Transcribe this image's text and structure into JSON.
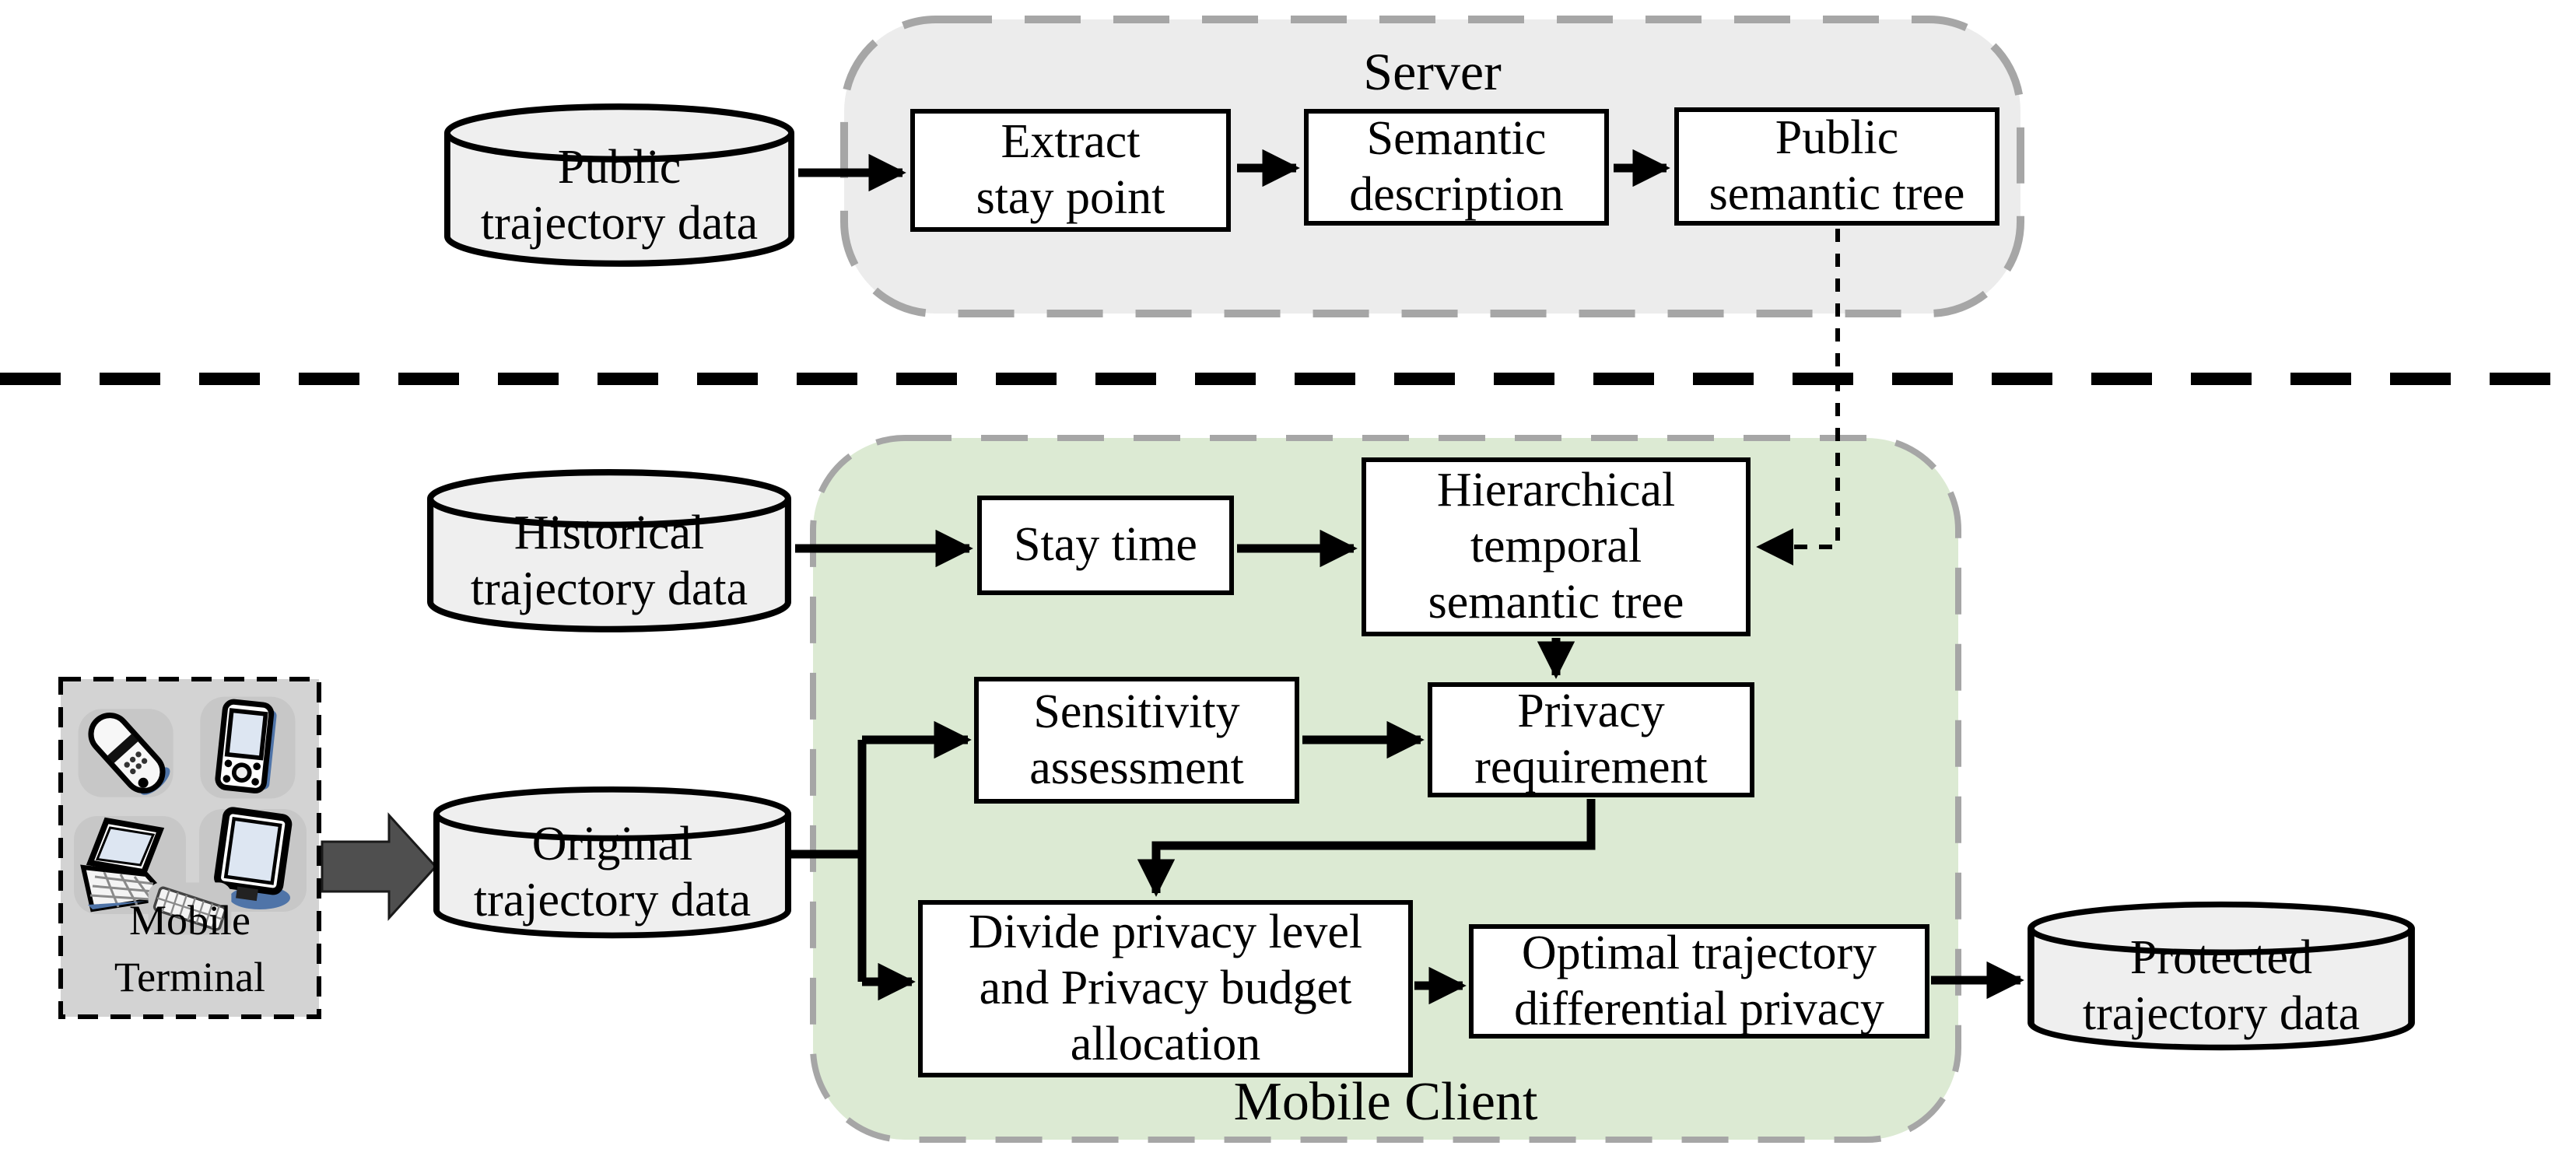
{
  "groups": {
    "server": "Server",
    "mobile_client": "Mobile Client",
    "mobile_terminal": "Mobile Terminal"
  },
  "nodes": {
    "public_cylinder": "Public trajectory data",
    "extract_stay_point": "Extract stay point",
    "semantic_description": "Semantic description",
    "public_semantic_tree": "Public semantic tree",
    "historical_cylinder": "Historical trajectory data",
    "stay_time": "Stay time",
    "hierarchical_tree": "Hierarchical temporal semantic tree",
    "sensitivity_assessment": "Sensitivity assessment",
    "privacy_requirement": "Privacy requirement",
    "divide_privacy": "Divide privacy level and Privacy budget allocation",
    "optimal_dp": "Optimal trajectory differential privacy",
    "original_cylinder": "Original trajectory data",
    "protected_cylinder": "Protected trajectory data"
  },
  "icons": {
    "terminal_devices": [
      "flip-phone-icon",
      "pda-icon",
      "laptop-icon",
      "monitor-icon",
      "keyboard-icon"
    ]
  },
  "colors": {
    "server_fill": "#ececec",
    "client_fill": "#dcead3",
    "terminal_fill": "#d3d3d3",
    "container_dash": "#a6a6a6",
    "node_fill": "#ffffff",
    "cylinder_fill": "#efefef",
    "line": "#000000",
    "block_arrow": "#4f4f4f",
    "device_accent": "#4f74a8"
  }
}
